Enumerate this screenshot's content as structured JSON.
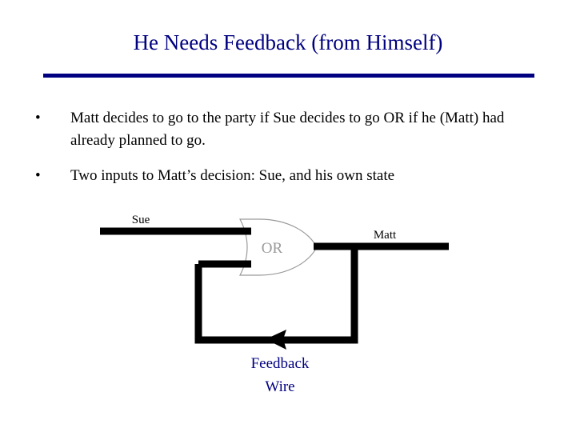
{
  "slide": {
    "title": "He Needs Feedback (from Himself)",
    "rule_color": "#000080",
    "title_color": "#000080",
    "background": "#ffffff"
  },
  "bullets": [
    {
      "marker": "•",
      "text": "Matt decides to go to the party if Sue decides to go OR if he (Matt) had already planned to go."
    },
    {
      "marker": "•",
      "text": "Two inputs to Matt’s decision: Sue, and his own state"
    }
  ],
  "diagram": {
    "gate": {
      "label": "OR",
      "outline_color": "#9a9a9a",
      "label_color": "#9a9a9a"
    },
    "labels": {
      "input_top": "Sue",
      "output": "Matt",
      "feedback_line1": "Feedback",
      "feedback_line2": "Wire"
    },
    "wire_color": "#000000",
    "feedback_label_color": "#000080"
  }
}
